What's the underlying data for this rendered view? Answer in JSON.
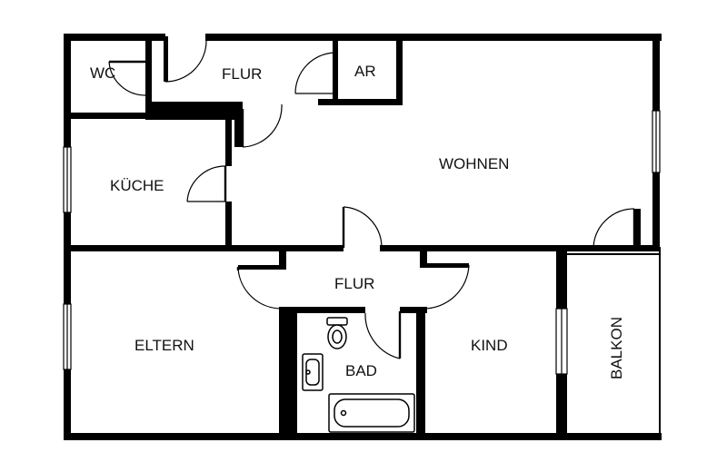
{
  "rooms": {
    "wc": "WC",
    "flur_top": "FLUR",
    "ar": "AR",
    "wohnen": "WOHNEN",
    "kueche": "KÜCHE",
    "flur_mid": "FLUR",
    "eltern": "ELTERN",
    "bad": "BAD",
    "kind": "KIND",
    "balkon": "BALKON"
  },
  "colors": {
    "walls": "#000000",
    "background": "#ffffff",
    "text": "#111111"
  }
}
